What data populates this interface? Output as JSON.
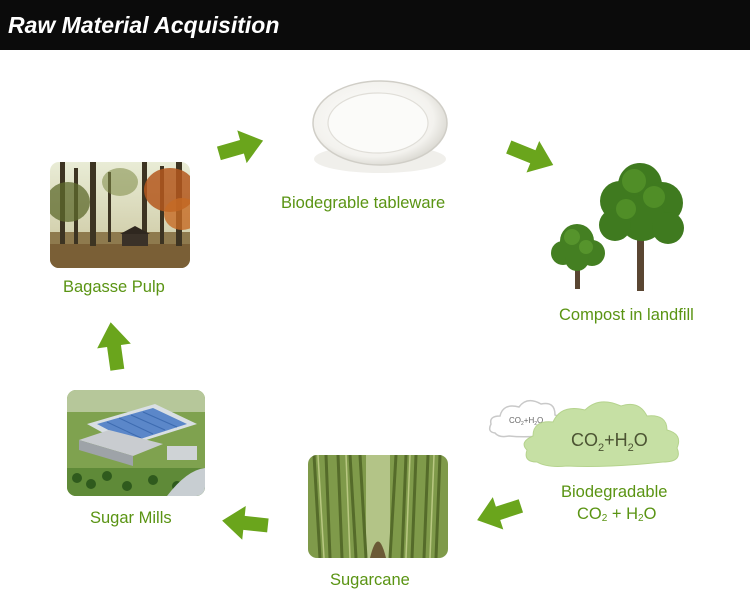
{
  "header": {
    "title": "Raw Material Acquisition",
    "background": "#0b0b0b",
    "title_color": "#ffffff"
  },
  "accent_color": "#5a9413",
  "arrow_color": "#6aa51c",
  "stages": {
    "tableware": {
      "label": "Biodegrable tableware",
      "icon": "plate-icon"
    },
    "compost": {
      "label": "Compost in landfill",
      "icon": "trees-icon"
    },
    "decomposition": {
      "label_line1": "Biodegradable",
      "co2_prefix": "CO",
      "co2_sub": "2",
      "plus": " + H",
      "h2o_sub": "2",
      "h2o_suffix": "O",
      "icon": "cloud-icon"
    },
    "sugarcane": {
      "label": "Sugarcane",
      "icon": "sugarcane-photo"
    },
    "sugar_mills": {
      "label": "Sugar Mills",
      "icon": "factory-photo"
    },
    "bagasse_pulp": {
      "label": "Bagasse Pulp",
      "icon": "forest-photo"
    }
  },
  "clouds": {
    "large": {
      "c": "CO",
      "c_sub": "2",
      "plus": "+H",
      "h_sub": "2",
      "o": "O"
    },
    "small": {
      "c": "CO",
      "c_sub": "2",
      "plus": "+H",
      "h_sub": "2",
      "o": "O"
    }
  }
}
